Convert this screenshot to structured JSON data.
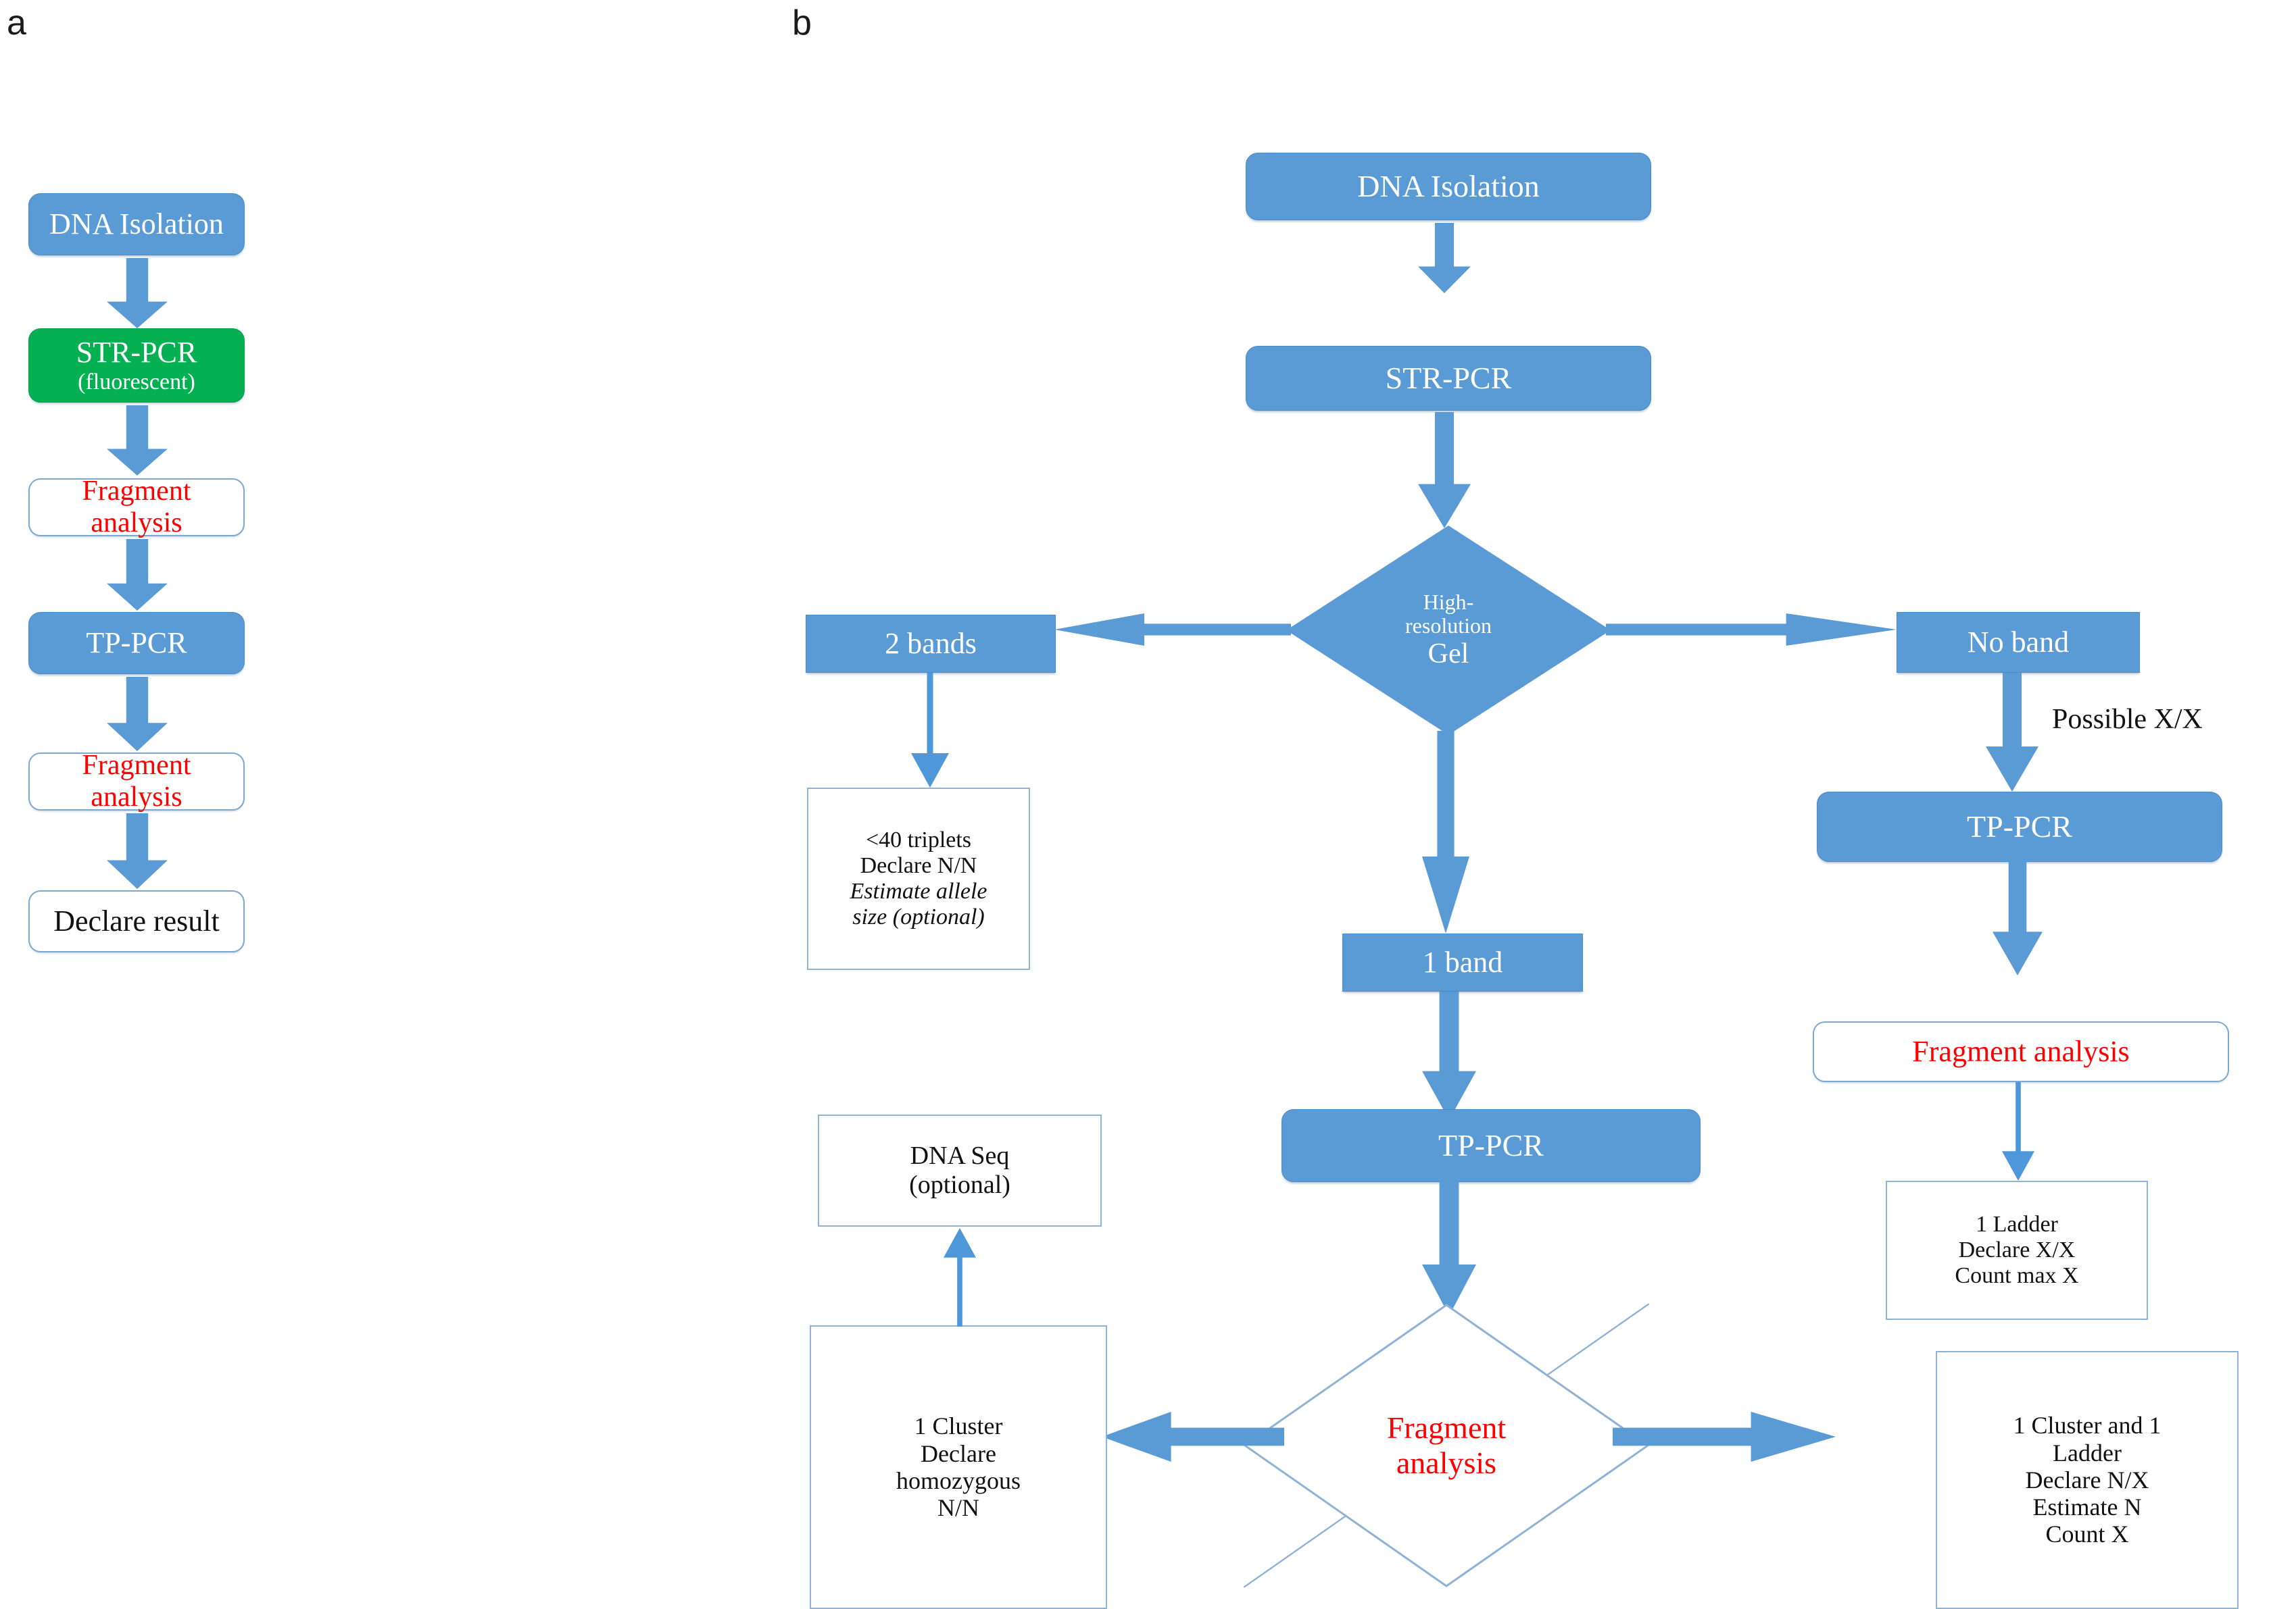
{
  "figure": {
    "panels": [
      {
        "letter": "a"
      },
      {
        "letter": "b"
      }
    ]
  },
  "panel_a": {
    "letter": "a",
    "nodes": {
      "dna_isolation": "DNA Isolation",
      "str_pcr_line1": "STR-PCR",
      "str_pcr_line2": "(fluorescent)",
      "fragment_analysis_1": "Fragment analysis",
      "tp_pcr": "TP-PCR",
      "fragment_analysis_2": "Fragment analysis",
      "declare_result": "Declare result"
    }
  },
  "panel_b": {
    "letter": "b",
    "nodes": {
      "dna_isolation": "DNA Isolation",
      "str_pcr": "STR-PCR",
      "gel_line1": "High-",
      "gel_line2": "resolution",
      "gel_line3": "Gel",
      "two_bands": "2 bands",
      "no_band": "No band",
      "one_band": "1 band",
      "tp_pcr_center": "TP-PCR",
      "tp_pcr_right": "TP-PCR",
      "fragment_analysis_right": "Fragment analysis",
      "fragment_analysis_diamond_line1": "Fragment",
      "fragment_analysis_diamond_line2": "analysis",
      "dna_seq_line1": "DNA Seq",
      "dna_seq_line2": "(optional)",
      "two_bands_result": [
        "<40 triplets",
        "Declare N/N"
      ],
      "two_bands_result_italic": [
        "Estimate allele",
        "size (optional)"
      ],
      "no_band_result": [
        "1 Ladder",
        "Declare X/X",
        "Count max X"
      ],
      "one_cluster_result": [
        "1 Cluster",
        "Declare",
        "homozygous",
        "N/N"
      ],
      "cluster_ladder_result": [
        "1 Cluster and 1",
        "Ladder",
        "Declare N/X",
        "Estimate N",
        "Count X"
      ]
    },
    "edge_labels": {
      "possible_xx": "Possible X/X"
    }
  },
  "colors": {
    "process_fill": "#5B9BD5",
    "highlight_fill": "#04B052",
    "outline_border": "#7BA7D0",
    "accent_text": "#FF0000",
    "arrow": "#5B9BD5",
    "thin_arrow": "#4E97D9",
    "background": "#FFFFFF"
  }
}
